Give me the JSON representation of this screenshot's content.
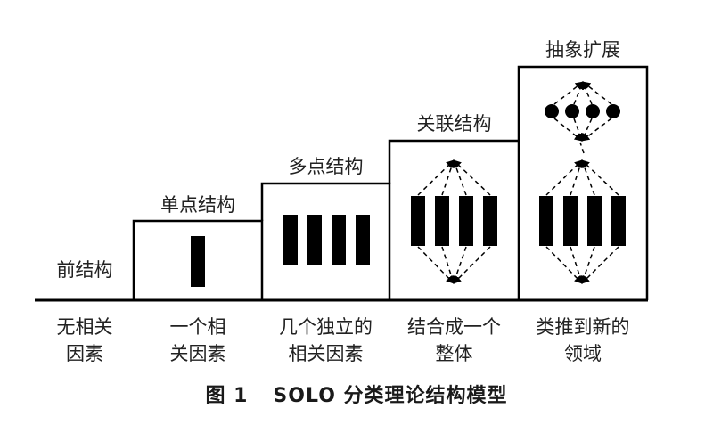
{
  "diagram": {
    "title": "SOLO 分类理论结构模型",
    "figure_label": "图 1",
    "levels": [
      {
        "name": "前结构",
        "description_line1": "无相关",
        "description_line2": "因素",
        "elements": 0
      },
      {
        "name": "单点结构",
        "description_line1": "一个相",
        "description_line2": "关因素",
        "elements": 1
      },
      {
        "name": "多点结构",
        "description_line1": "几个独立的",
        "description_line2": "相关因素",
        "elements": 4
      },
      {
        "name": "关联结构",
        "description_line1": "结合成一个",
        "description_line2": "整体",
        "elements": 4
      },
      {
        "name": "抽象扩展",
        "description_line1": "类推到新的",
        "description_line2": "领域",
        "elements": 4
      }
    ]
  },
  "colors": {
    "stroke": "#000000",
    "fill": "#000000",
    "background": "#ffffff"
  }
}
